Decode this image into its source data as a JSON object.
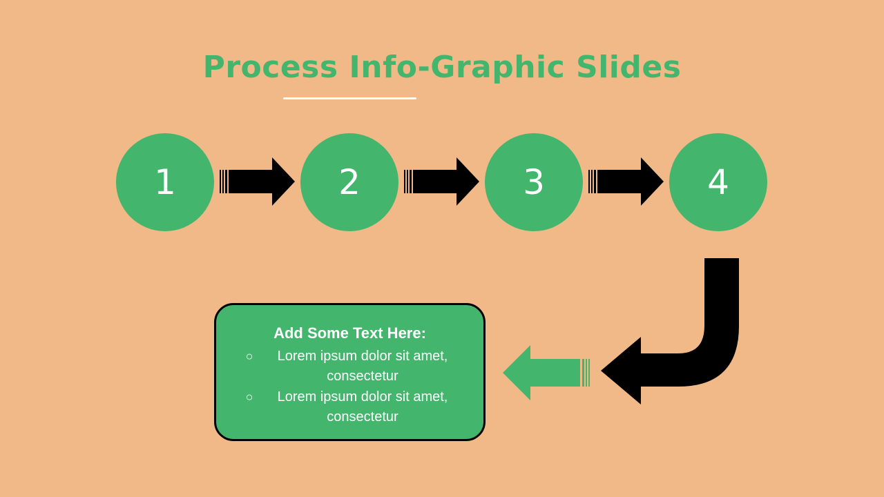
{
  "colors": {
    "background": "#F1B987",
    "green": "#43B56C",
    "arrow": "#000000",
    "underline": "#FFFFFF"
  },
  "title": "Process Info-Graphic Slides",
  "steps": [
    {
      "label": "1"
    },
    {
      "label": "2"
    },
    {
      "label": "3"
    },
    {
      "label": "4"
    }
  ],
  "textbox": {
    "heading": "Add Some Text Here:",
    "bullets": [
      "Lorem ipsum dolor sit amet, consectetur",
      "Lorem ipsum dolor sit amet, consectetur"
    ],
    "bullet_marker": "○"
  }
}
